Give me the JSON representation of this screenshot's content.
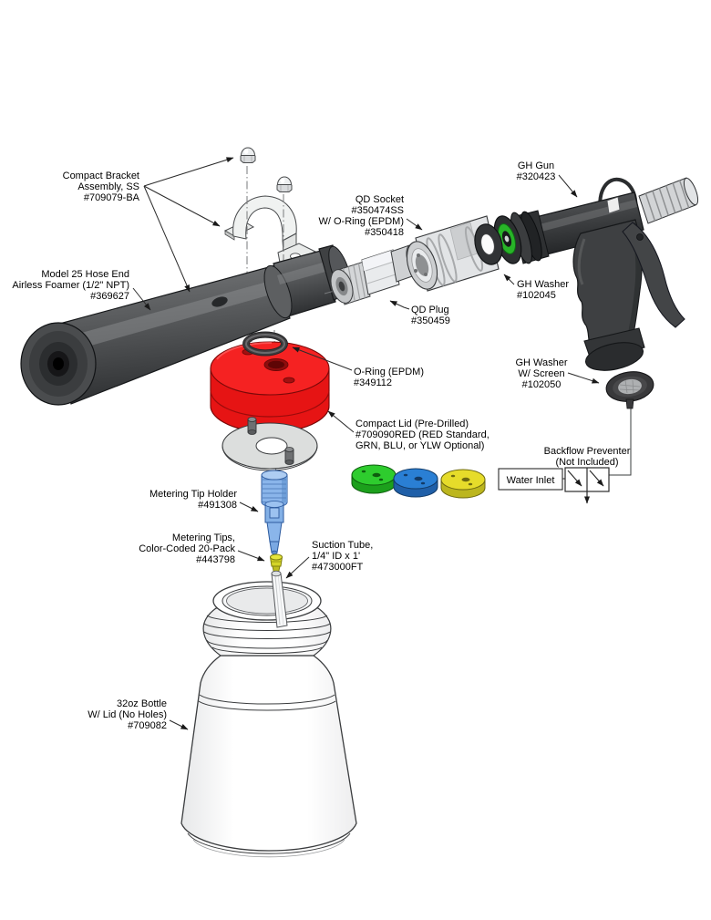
{
  "labels": {
    "bracket": {
      "line1": "Compact Bracket",
      "line2": "Assembly, SS",
      "line3": "#709079-BA"
    },
    "gun": {
      "line1": "GH Gun",
      "line2": "#320423"
    },
    "qd_socket": {
      "line1": "QD Socket",
      "line2": "#350474SS",
      "line3": "W/ O-Ring (EPDM)",
      "line4": "#350418"
    },
    "foamer": {
      "line1": "Model 25 Hose End",
      "line2": "Airless Foamer (1/2\" NPT)",
      "line3": "#369627"
    },
    "gh_washer": {
      "line1": "GH Washer",
      "line2": "#102045"
    },
    "qd_plug": {
      "line1": "QD Plug",
      "line2": "#350459"
    },
    "o_ring": {
      "line1": "O-Ring (EPDM)",
      "line2": "#349112"
    },
    "gh_washer_screen": {
      "line1": "GH Washer",
      "line2": "W/ Screen",
      "line3": "#102050"
    },
    "compact_lid": {
      "line1": "Compact Lid (Pre-Drilled)",
      "line2": "#709090RED (RED Standard,",
      "line3": "GRN, BLU, or YLW Optional)"
    },
    "backflow": {
      "line1": "Backflow Preventer",
      "line2": "(Not Included)"
    },
    "water_inlet": {
      "text": "Water Inlet"
    },
    "tip_holder": {
      "line1": "Metering Tip Holder",
      "line2": "#491308"
    },
    "metering_tips": {
      "line1": "Metering Tips,",
      "line2": "Color-Coded 20-Pack",
      "line3": "#443798"
    },
    "suction_tube": {
      "line1": "Suction Tube,",
      "line2": "1/4\" ID x 1'",
      "line3": "#473000FT"
    },
    "bottle": {
      "line1": "32oz Bottle",
      "line2": "W/ Lid (No Holes)",
      "line3": "#709082"
    }
  },
  "colors": {
    "lid_red": "#e61414",
    "lid_red_top": "#f52222",
    "lid_green": "#2ecc2e",
    "lid_blue": "#2a7fd4",
    "lid_yellow": "#e6dc2a",
    "tip_holder_blue": "#8ab5ea",
    "nozzle_green": "#28b428",
    "foamer_gray": "#57595b",
    "metal_light": "#e4e5e7"
  }
}
